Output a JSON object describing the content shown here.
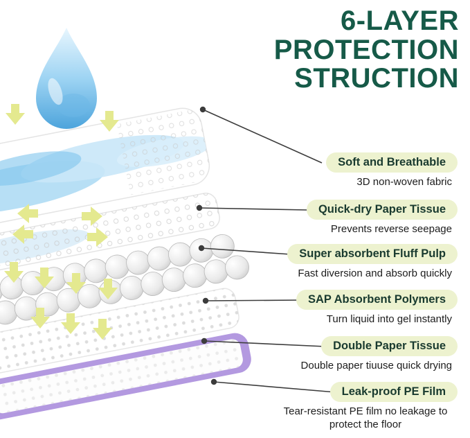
{
  "title": {
    "lines": [
      "6-LAYER",
      "PROTECTION",
      "STRUCTION"
    ]
  },
  "callouts": [
    {
      "label": "Soft and Breathable",
      "description": "3D non-woven fabric"
    },
    {
      "label": "Quick-dry Paper Tissue",
      "description": "Prevents reverse seepage"
    },
    {
      "label": "Super absorbent Fluff Pulp",
      "description": "Fast diversion and absorb quickly"
    },
    {
      "label": "SAP Absorbent Polymers",
      "description": "Turn liquid into gel instantly"
    },
    {
      "label": "Double Paper Tissue",
      "description": "Double paper tiuuse quick drying"
    },
    {
      "label": "Leak-proof PE Film",
      "description": "Tear-resistant PE film no leakage to protect the floor"
    }
  ],
  "icons": {
    "water_drop": "droplet-shape",
    "down_arrow": "▼",
    "left_arrow": "◀",
    "right_arrow": "▶"
  },
  "colors": {
    "title_green": "#165A48",
    "pill_bg": "#EDF2CF",
    "pill_text": "#193A2F",
    "desc_text": "#1C1C1C",
    "arrow_yellow": "#E4E98F",
    "film_purple": "#B399E0",
    "drop_blue": "#53A9DF",
    "leader_gray": "#3C3C3C"
  }
}
